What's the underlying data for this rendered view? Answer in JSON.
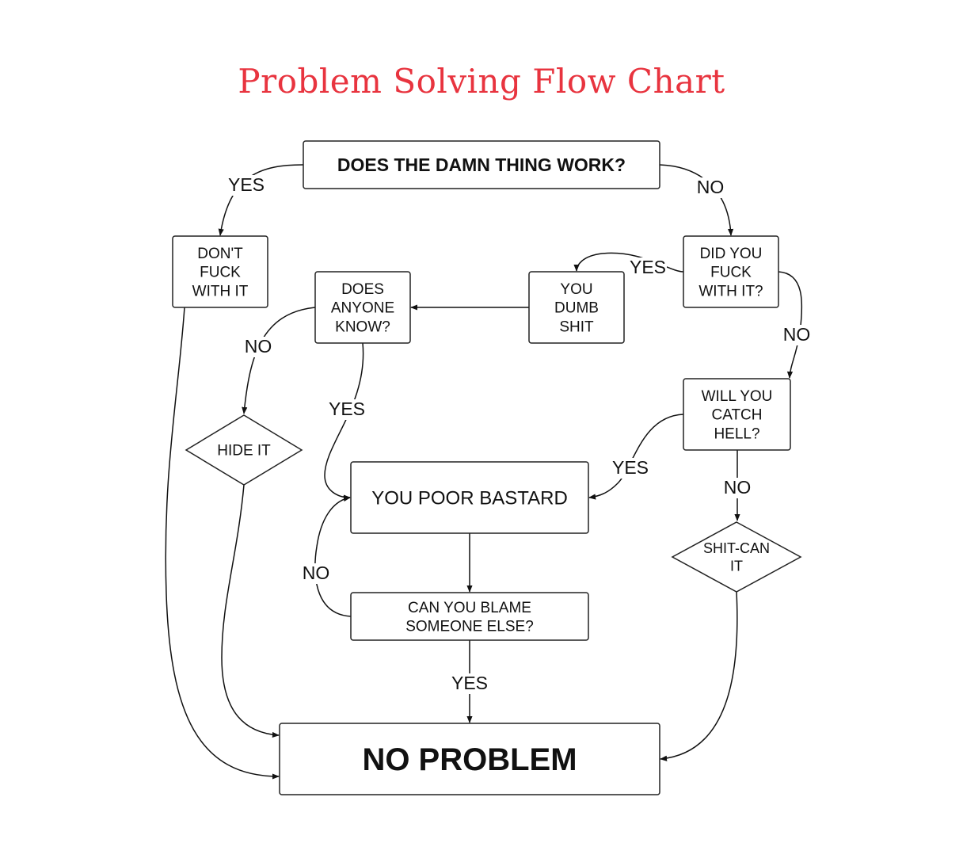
{
  "title": "Problem Solving Flow Chart",
  "colors": {
    "title": "#e8343f",
    "stroke": "#222222"
  },
  "nodes": {
    "works": {
      "lines": [
        "DOES THE DAMN THING WORK?"
      ],
      "shape": "rect"
    },
    "dontfuck": {
      "lines": [
        "DON'T",
        "FUCK",
        "WITH IT"
      ],
      "shape": "rect"
    },
    "didyou": {
      "lines": [
        "DID YOU",
        "FUCK",
        "WITH IT?"
      ],
      "shape": "rect"
    },
    "dumb": {
      "lines": [
        "YOU",
        "DUMB",
        "SHIT"
      ],
      "shape": "rect"
    },
    "anyone": {
      "lines": [
        "DOES",
        "ANYONE",
        "KNOW?"
      ],
      "shape": "rect"
    },
    "catch": {
      "lines": [
        "WILL YOU",
        "CATCH",
        "HELL?"
      ],
      "shape": "rect"
    },
    "hide": {
      "lines": [
        "HIDE IT"
      ],
      "shape": "diamond"
    },
    "poor": {
      "lines": [
        "YOU POOR BASTARD"
      ],
      "shape": "rect"
    },
    "shitcan": {
      "lines": [
        "SHIT-CAN",
        "IT"
      ],
      "shape": "diamond"
    },
    "blame": {
      "lines": [
        "CAN YOU BLAME",
        "SOMEONE ELSE?"
      ],
      "shape": "rect"
    },
    "noprob": {
      "lines": [
        "NO PROBLEM"
      ],
      "shape": "rect"
    }
  },
  "edges": [
    {
      "from": "works",
      "to": "dontfuck",
      "label": "YES"
    },
    {
      "from": "works",
      "to": "didyou",
      "label": "NO"
    },
    {
      "from": "didyou",
      "to": "dumb",
      "label": "YES"
    },
    {
      "from": "didyou",
      "to": "catch",
      "label": "NO"
    },
    {
      "from": "dumb",
      "to": "anyone",
      "label": ""
    },
    {
      "from": "anyone",
      "to": "hide",
      "label": "NO"
    },
    {
      "from": "anyone",
      "to": "poor",
      "label": "YES"
    },
    {
      "from": "catch",
      "to": "poor",
      "label": "YES"
    },
    {
      "from": "catch",
      "to": "shitcan",
      "label": "NO"
    },
    {
      "from": "poor",
      "to": "blame",
      "label": ""
    },
    {
      "from": "blame",
      "to": "poor",
      "label": "NO"
    },
    {
      "from": "blame",
      "to": "noprob",
      "label": "YES"
    },
    {
      "from": "dontfuck",
      "to": "noprob",
      "label": ""
    },
    {
      "from": "hide",
      "to": "noprob",
      "label": ""
    },
    {
      "from": "shitcan",
      "to": "noprob",
      "label": ""
    }
  ]
}
